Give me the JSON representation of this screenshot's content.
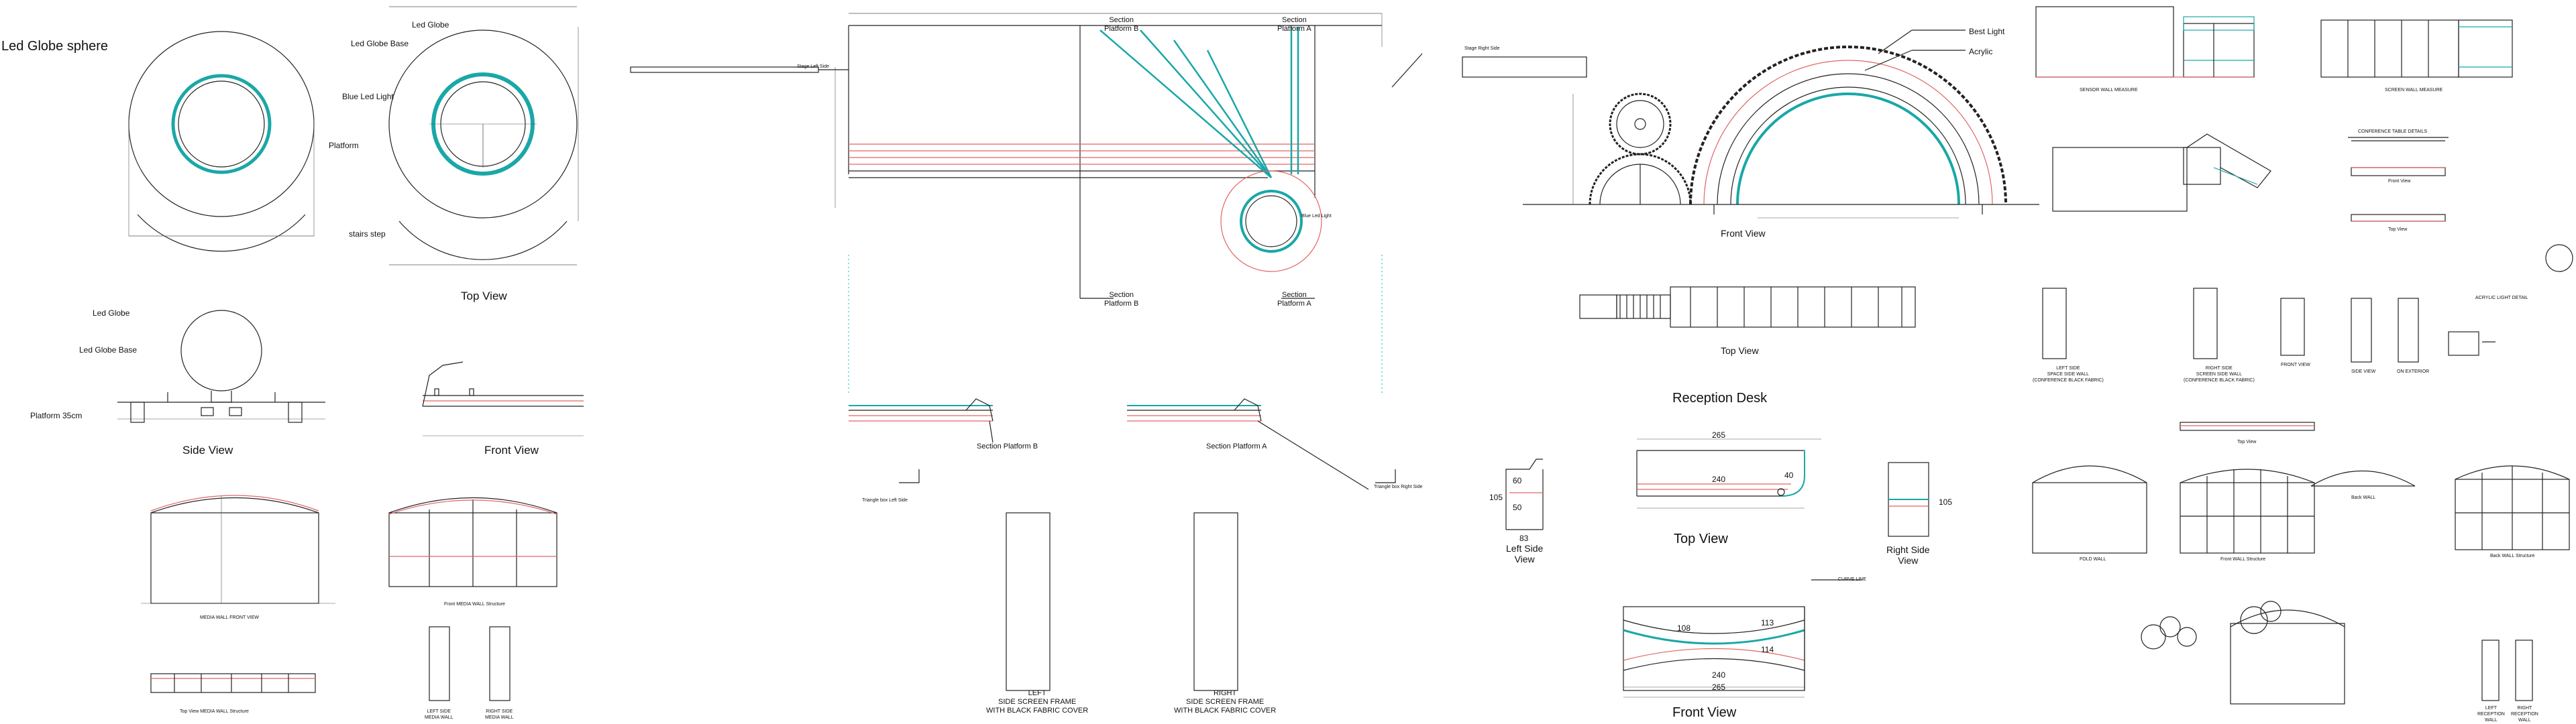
{
  "colors": {
    "line": "#222222",
    "teal": "#1aa7a7",
    "red": "#e06666",
    "cyan": "#35c9c9",
    "dim": "#555555"
  },
  "globe": {
    "title": "Led Globe sphere",
    "led_globe": "Led Globe",
    "led_globe_base": "Led Globe Base",
    "blue_led_light": "Blue Led Light",
    "platform": "Platform",
    "stairs_step": "stairs step",
    "top_view": "Top View",
    "side_led_globe": "Led Globe",
    "side_led_globe_base": "Led Globe Base",
    "platform_35": "Platform 35cm",
    "side_view": "Side View",
    "front_view": "Front View"
  },
  "media_wall": {
    "front_view": "MEDIA WALL FRONT VIEW",
    "structure": "Front MEDIA WALL Structure",
    "top_view": "Top View MEDIA WALL Structure",
    "left_side": "LEFT SIDE\nMEDIA WALL",
    "right_side": "RIGHT SIDE\nMEDIA WALL"
  },
  "stage": {
    "section_b_top": "Section\nPlatform B",
    "section_a_top": "Section\nPlatform A",
    "section_b_bottom": "Section\nPlatform B",
    "section_a_bottom": "Section\nPlatform A",
    "section_b_side": "Section Platform B",
    "section_a_side": "Section Platform A",
    "stage_left": "Stage Left Side",
    "stage_right": "Stage Right Side",
    "blue_led": "Blue Led Light",
    "triangle_left": "Triangle box Left Side",
    "triangle_right": "Triangle box Right Side",
    "left_frame": "LEFT\nSIDE SCREEN FRAME\nWITH BLACK FABRIC COVER",
    "right_frame": "RIGHT\nSIDE SCREEN FRAME\nWITH BLACK FABRIC COVER"
  },
  "reception": {
    "front_view_top": "Front View",
    "top_view_top": "Top View",
    "title": "Reception Desk",
    "left_side_view": "Left Side\nView",
    "top_view": "Top View",
    "right_side_view": "Right Side\nView",
    "front_view": "Front View",
    "led_light": "Best Light",
    "acrylic": "Acrylic",
    "curve_line": "CURVE LINE",
    "dim_265a": "265",
    "dim_240a": "240",
    "dim_240b": "240",
    "dim_265b": "265",
    "dim_105a": "105",
    "dim_105b": "105",
    "dim_83": "83",
    "dim_60": "60",
    "dim_50": "50",
    "dim_108": "108",
    "dim_113": "113",
    "dim_114": "114",
    "dim_40": "40"
  },
  "right_panel": {
    "sensor_wall": "SENSOR WALL MEASURE",
    "screen_wall": "SCREEN WALL MEASURE",
    "conference": "CONFERENCE TABLE DETAILS",
    "front_view": "Front View",
    "top_view": "Top View",
    "left_side": "LEFT SIDE\nSPACE SIDE WALL\n(CONFERENCE BLACK FABRIC)",
    "right_side": "RIGHT SIDE\nSCREEN SIDE WALL\n(CONFERENCE BLACK FABRIC)",
    "front_view2": "FRONT VIEW",
    "side_view": "SIDE VIEW",
    "on_exterior": "ON EXTERIOR",
    "acrylic_light": "ACRYLIC LIGHT DETAIL",
    "top_view2": "Top View",
    "fold_wall": "FOLD WALL",
    "front_wall_structure": "Front WALL Structure",
    "back_wall": "Back WALL",
    "back_wall_structure": "Back WALL Structure",
    "left_reception": "LEFT\nRECEPTION\nWALL",
    "right_reception": "RIGHT\nRECEPTION\nWALL"
  }
}
